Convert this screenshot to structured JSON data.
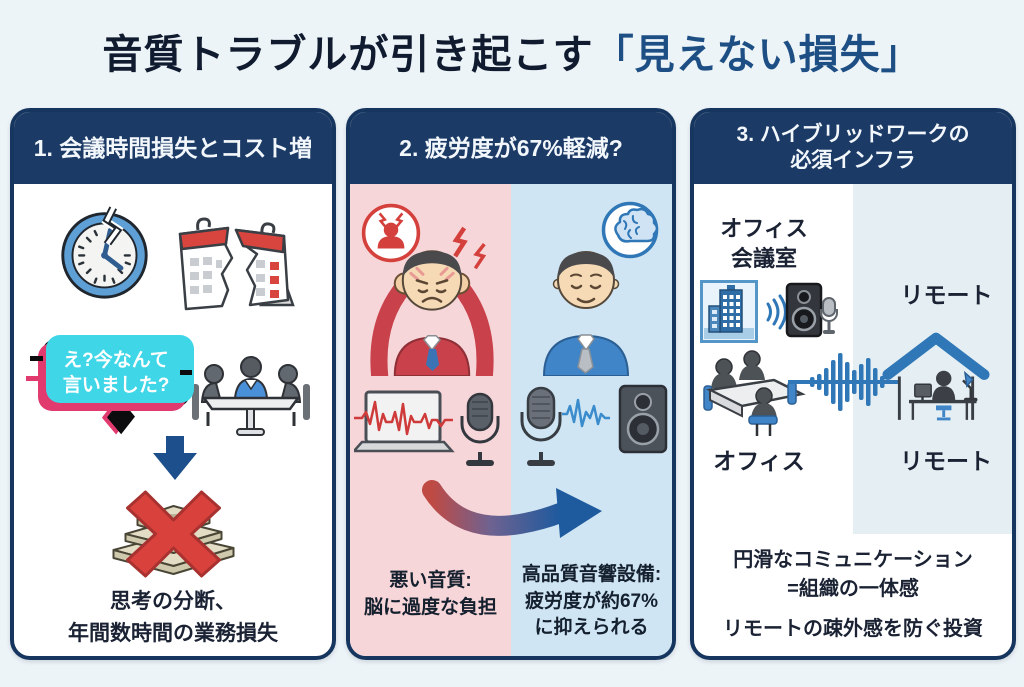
{
  "title": {
    "main": "音質トラブルが引き起こす",
    "highlight": "「見えない損失」"
  },
  "panel1": {
    "header": "1. 会議時間損失とコスト増",
    "bubble_line1": "え?今なんて",
    "bubble_line2": "言いました?",
    "caption_line1": "思考の分断、",
    "caption_line2": "年間数時間の業務損失"
  },
  "panel2": {
    "header": "2. 疲労度が67%軽減?",
    "bad_caption_line1": "悪い音質:",
    "bad_caption_line2": "脳に過度な負担",
    "good_caption_line1": "高品質音響設備:",
    "good_caption_line2": "疲労度が約67%",
    "good_caption_line3": "に抑えられる"
  },
  "panel3": {
    "header_line1": "3. ハイブリッドワークの",
    "header_line2": "必須インフラ",
    "office_room_line1": "オフィス",
    "office_room_line2": "会議室",
    "remote_label_top": "リモート",
    "office_label": "オフィス",
    "remote_label_bottom": "リモート",
    "unity_line1": "円滑なコミュニケーション",
    "unity_line2": "=組織の一体感",
    "investment_line": "リモートの疎外感を防ぐ投資"
  },
  "icons": {
    "panel1": [
      "broken-clock-icon",
      "torn-calendar-icon",
      "glitch-speech-bubble",
      "meeting-table-icon",
      "down-arrow-icon",
      "money-crossed-icon"
    ],
    "panel2": [
      "stress-badge-icon",
      "stressed-person-icon",
      "brain-badge-icon",
      "calm-person-icon",
      "laptop-bad-audio-icon",
      "mic-icon",
      "good-audio-speaker-icon",
      "red-to-blue-arrow-icon"
    ],
    "panel3": [
      "office-building-icon",
      "speaker-mic-icon",
      "conference-table-icon",
      "audio-waveform-icon",
      "remote-house-icon"
    ]
  },
  "colors": {
    "page_bg": "#edf4f8",
    "panel_border": "#17365f",
    "header_bg": "#1c3a66",
    "header_text": "#f2f7fb",
    "title_main": "#101b30",
    "title_highlight": "#1d4e84",
    "bad_bg": "#f7d6d9",
    "good_bg": "#cfe5f3",
    "remote_bg": "#e4eef3",
    "accent_red": "#d0403c",
    "accent_blue": "#2f77b6",
    "arrow_navy": "#1d4f8c",
    "bubble_bg": "#0c0c0f",
    "glitch_pink": "#e13a6f",
    "glitch_cyan": "#3fd6e8"
  }
}
